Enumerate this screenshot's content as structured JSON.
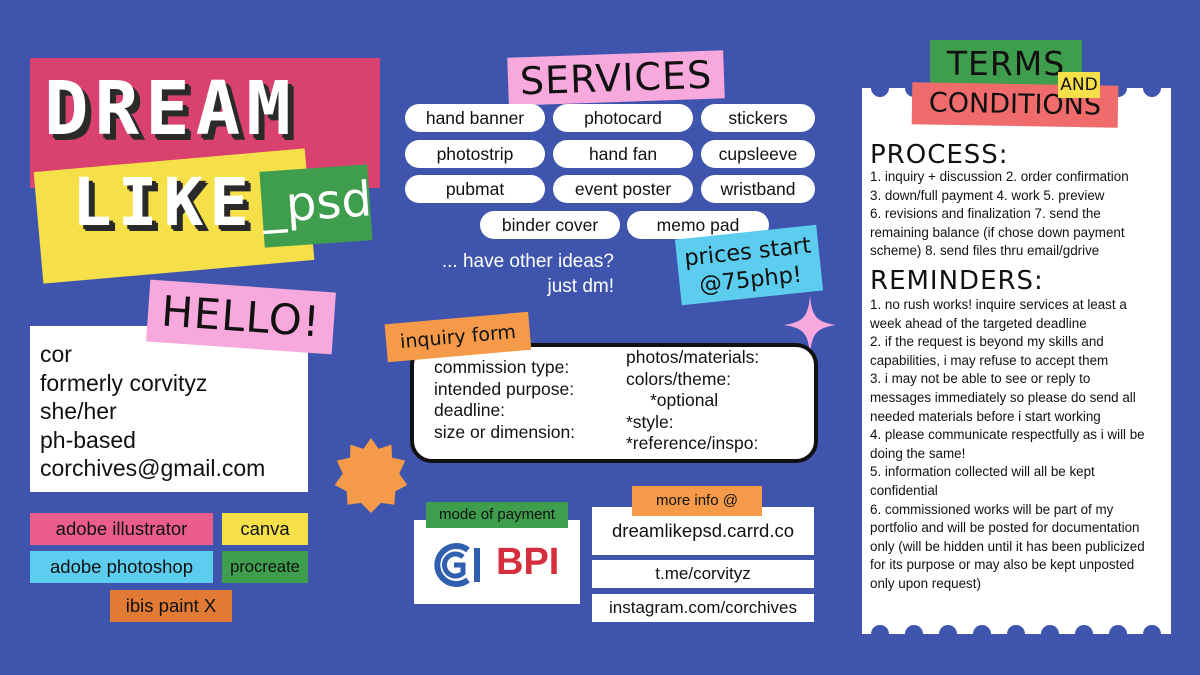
{
  "logo": {
    "line1": "DREAM",
    "line2": "LIKE",
    "suffix": "_psd"
  },
  "hello": {
    "label": "HELLO!",
    "lines": [
      "cor",
      "formerly corvityz",
      "she/her",
      "ph-based",
      "corchives@gmail.com"
    ]
  },
  "tools": [
    {
      "label": "adobe illustrator",
      "color": "#ea5d8c"
    },
    {
      "label": "canva",
      "color": "#f6e04a"
    },
    {
      "label": "adobe photoshop",
      "color": "#5ccdee"
    },
    {
      "label": "procreate",
      "color": "#3f9d4e"
    },
    {
      "label": "ibis paint X",
      "color": "#e17a34"
    }
  ],
  "services": {
    "title": "SERVICES",
    "items": [
      "hand banner",
      "photocard",
      "stickers",
      "photostrip",
      "hand fan",
      "cupsleeve",
      "pubmat",
      "event poster",
      "wristband",
      "binder cover",
      "memo pad"
    ],
    "other_line1": "... have other ideas?",
    "other_line2": "just dm!",
    "prices_line1": "prices start",
    "prices_line2": "@75php!"
  },
  "inquiry": {
    "label": "inquiry form",
    "left": [
      "commission type:",
      "intended purpose:",
      "deadline:",
      "size or dimension:"
    ],
    "right": [
      "photos/materials:",
      "colors/theme:",
      "*optional",
      "*style:",
      "*reference/inspo:"
    ]
  },
  "payment": {
    "label": "mode of payment",
    "bank": "BPI"
  },
  "more_info": {
    "label": "more info @",
    "links": [
      "dreamlikepsd.carrd.co",
      "t.me/corvityz",
      "instagram.com/corchives"
    ]
  },
  "terms": {
    "title1": "TERMS",
    "and": "AND",
    "title2": "CONDITIONS",
    "process_title": "PROCESS:",
    "process_lines": [
      "1. inquiry + discussion 2. order confirmation",
      "3. down/full payment 4. work 5. preview",
      "6. revisions and finalization 7. send the",
      "remaining balance (if chose down payment",
      "scheme) 8. send files thru email/gdrive"
    ],
    "reminders_title": "REMINDERS:",
    "reminder_lines": [
      "1. no rush works! inquire services at least a",
      "week ahead of the targeted deadline",
      "2. if the request is beyond my skills and",
      "capabilities, i may refuse to accept them",
      "3. i may not be able to see or reply to",
      "messages immediately so please do send all",
      "needed materials before i start working",
      "4. please communicate respectfully as i will be",
      "doing the same!",
      "5. information collected will all be kept",
      "confidential",
      "6. commissioned works will be part of my",
      "portfolio and will be posted for documentation",
      "only (will be hidden until it has been publicized",
      "for its purpose or may also be kept unposted",
      "only upon request)"
    ]
  },
  "colors": {
    "background": "#3f55ad",
    "pink": "#f7a8dc",
    "magenta": "#d9416f",
    "yellow": "#f6e04a",
    "green": "#3f9d4e",
    "orange": "#f49a48",
    "cyan": "#5ccdee",
    "coral": "#f06b6b",
    "bpi_red": "#d62e3c",
    "bpi_blue": "#2f5fae"
  }
}
